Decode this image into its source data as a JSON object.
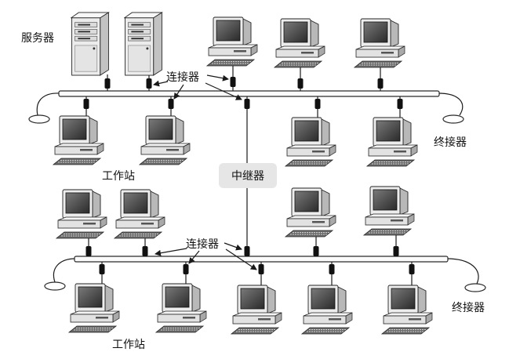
{
  "labels": {
    "server": "服务器",
    "connector_top": "连接器",
    "terminator_top": "终接器",
    "workstation_top": "工作站",
    "repeater": "中继器",
    "connector_bottom": "连接器",
    "terminator_bottom": "终接器",
    "workstation_bottom": "工作站"
  }
}
